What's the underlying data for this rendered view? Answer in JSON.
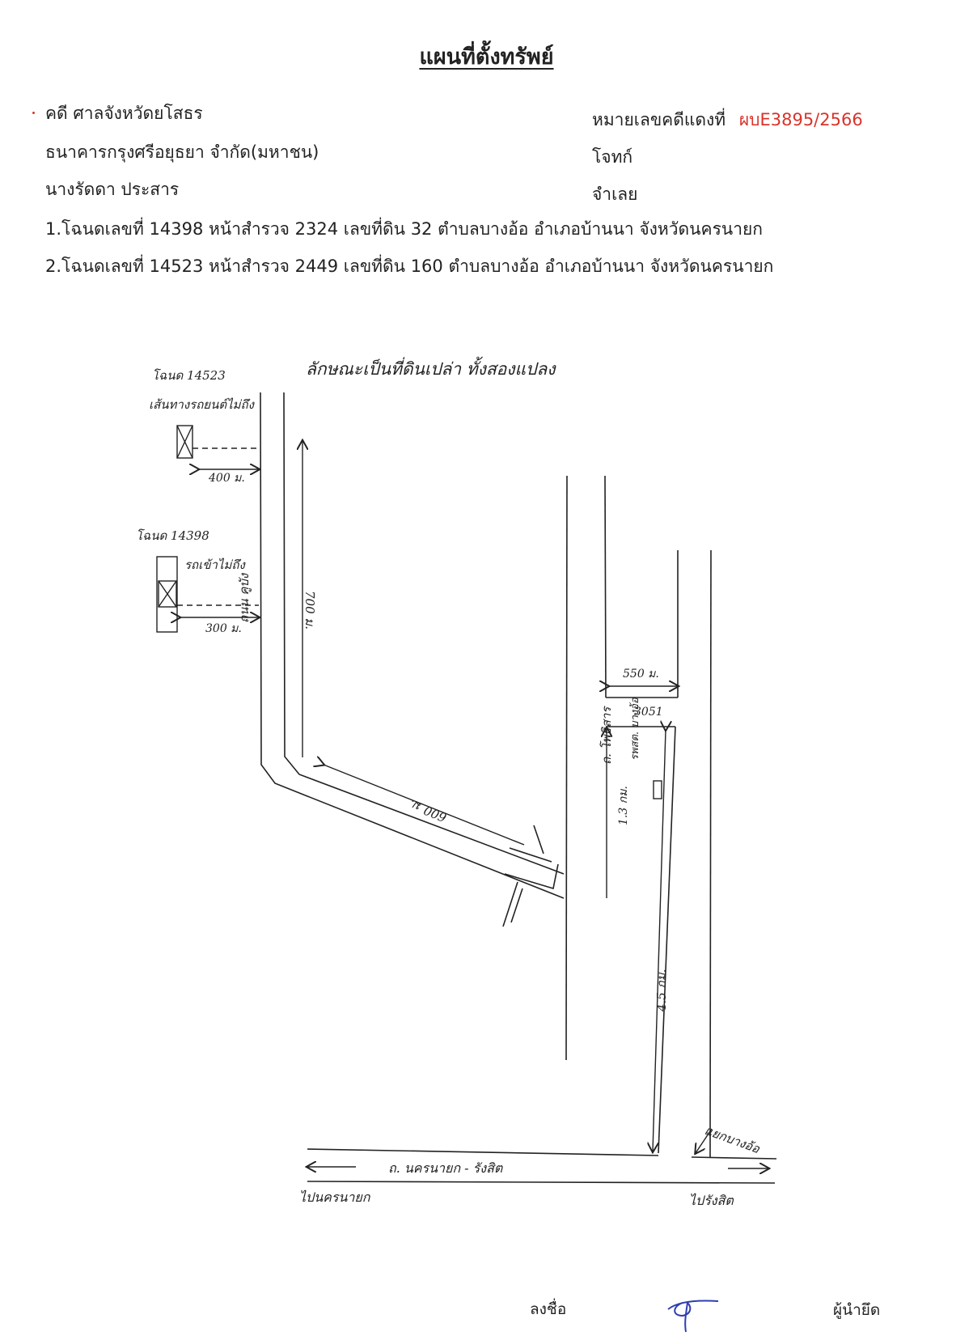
{
  "header": {
    "title": "แผนที่ตั้งทรัพย์",
    "court_line": "คดี ศาลจังหวัดยโสธร",
    "case_label": "หมายเลขคดีแดงที่",
    "case_number": "ผบE3895/2566",
    "plaintiff_name": "ธนาคารกรุงศรีอยุธยา จำกัด(มหาชน)",
    "plaintiff_role": "โจทก์",
    "defendant_name": "นางรัดดา ประสาร",
    "defendant_role": "จำเลย",
    "deed_1": "1.โฉนดเลขที่ 14398 หน้าสำรวจ 2324 เลขที่ดิน 32  ตำบลบางอ้อ อำเภอบ้านนา จังหวัดนครนายก",
    "deed_2": "2.โฉนดเลขที่ 14523 หน้าสำรวจ 2449 เลขที่ดิน 160  ตำบลบางอ้อ อำเภอบ้านนา จังหวัดนครนายก"
  },
  "map": {
    "note": "ลักษณะเป็นที่ดินเปล่า ทั้งสองแปลง",
    "parcel_1_label": "โฉนด 14523",
    "parcel_1_sub": "เส้นทางรถยนต์ไม่ถึง",
    "parcel_1_distance": "400 ม.",
    "parcel_2_label": "โฉนด 14398",
    "parcel_2_sub": "รถเข้าไม่ถึง",
    "parcel_2_distance": "300 ม.",
    "road_kuksung": "ถนน คูบัง",
    "dist_700": "700 ม.",
    "dist_600": "600 ม.",
    "road_potisan": "ถ. โพธิสาร",
    "dist_550": "550 ม.",
    "road_3051": "3051",
    "dist_1_3km": "1.3 กม.",
    "school": "รพสต. บางอ้อ",
    "dist_4_5km": "4.5 กม.",
    "intersection": "แยกบางอ้อ",
    "main_road": "ถ. นครนายก - รังสิต",
    "to_left": "ไปนครนายก",
    "to_right": "ไปรังสิต"
  },
  "footer": {
    "sign_label": "ลงชื่อ",
    "seizer_label": "ผู้นำยึด"
  }
}
